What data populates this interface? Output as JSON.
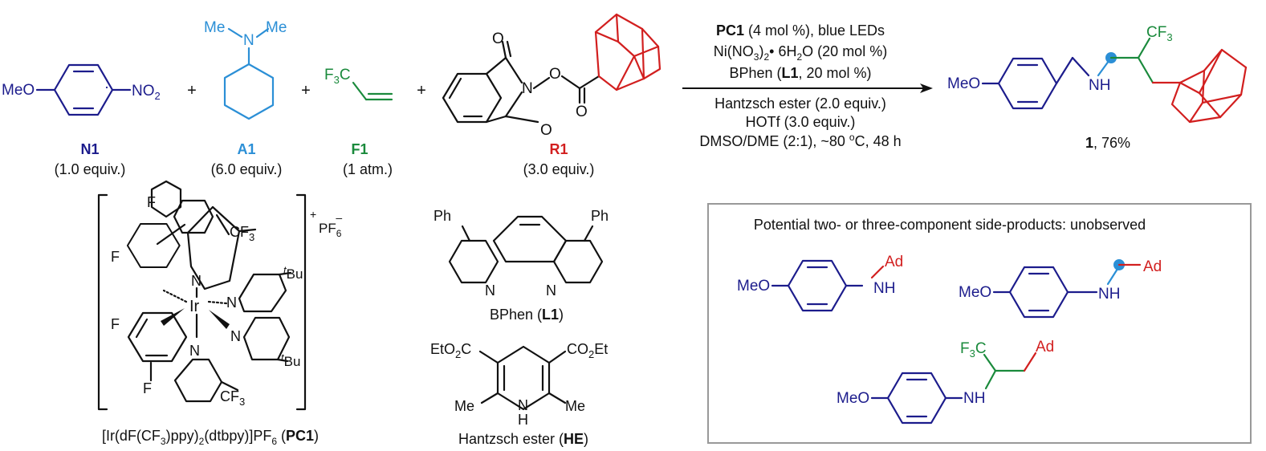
{
  "colors": {
    "nitroarene": "#1c1c8c",
    "amine": "#2b8fd6",
    "olefin": "#1a8a3c",
    "ester": "#d21f1f",
    "black": "#111111",
    "box_border": "#999999",
    "radical_dot": "#2b8fd6"
  },
  "reagents": {
    "n1": {
      "methoxy": "MeO",
      "nitro": "NO",
      "nitro_sub": "2",
      "label": "N1",
      "equiv": "(1.0 equiv.)"
    },
    "a1": {
      "me_left": "Me",
      "n": "N",
      "me_right": "Me",
      "label": "A1",
      "equiv": "(6.0 equiv.)"
    },
    "f1": {
      "f3c": "F",
      "f3c_sub": "3",
      "f3c_c": "C",
      "label": "F1",
      "equiv": "(1 atm.)"
    },
    "r1": {
      "o_top": "O",
      "n": "N",
      "o_link": "O",
      "o_bottom": "O",
      "o_ester": "O",
      "label": "R1",
      "equiv": "(3.0 equiv.)"
    },
    "plus": "+"
  },
  "conditions": {
    "line1_bold": "PC1",
    "line1_rest": " (4 mol %), blue LEDs",
    "line2_a": "Ni(NO",
    "line2_sub1": "3",
    "line2_b": ")",
    "line2_sub2": "2",
    "line2_c": "• 6H",
    "line2_sub3": "2",
    "line2_d": "O (20 mol %)",
    "line3_a": "BPhen (",
    "line3_bold": "L1",
    "line3_b": ", 20 mol %)",
    "line4": "Hantzsch ester (2.0 equiv.)",
    "line5": "HOTf (3.0 equiv.)",
    "line6_a": "DMSO/DME (2:1), ~80 ",
    "line6_sup": "o",
    "line6_b": "C, 48 h"
  },
  "product": {
    "methoxy": "MeO",
    "nh": "NH",
    "cf3": "CF",
    "cf3_sub": "3",
    "label_bold": "1",
    "label_rest": ", 76%"
  },
  "catalyst": {
    "charge": "+",
    "counterion": "PF",
    "counterion_sub": "6",
    "counterion_sup": "–",
    "f1": "F",
    "f2": "F",
    "f3": "F",
    "f4": "F",
    "cf3_top": "CF",
    "cf3_top_sub": "3",
    "cf3_bottom": "CF",
    "cf3_bottom_sub": "3",
    "n_top": "N",
    "n_bottom": "N",
    "n_bpy1": "N",
    "n_bpy2": "N",
    "ir": "Ir",
    "tbu_top_t": "t",
    "tbu_top": "Bu",
    "tbu_bottom_t": "t",
    "tbu_bottom": "Bu",
    "name_a": "[Ir(dF(CF",
    "name_sub1": "3",
    "name_b": ")ppy)",
    "name_sub2": "2",
    "name_c": "(dtbpy)]PF",
    "name_sub3": "6",
    "name_d": " (",
    "name_bold": "PC1",
    "name_e": ")"
  },
  "ligand": {
    "ph_left": "Ph",
    "ph_right": "Ph",
    "n_left": "N",
    "n_right": "N",
    "name_a": "BPhen (",
    "name_bold": "L1",
    "name_b": ")"
  },
  "hantzsch": {
    "eto2c": "EtO",
    "eto2c_sub": "2",
    "eto2c_c": "C",
    "co2et": "CO",
    "co2et_sub": "2",
    "co2et_et": "Et",
    "me_left": "Me",
    "me_right": "Me",
    "nh_n": "N",
    "nh_h": "H",
    "name_a": "Hantzsch ester (",
    "name_bold": "HE",
    "name_b": ")"
  },
  "side_products": {
    "title": "Potential two- or three-component side-products: unobserved",
    "sp1": {
      "methoxy": "MeO",
      "nh": "NH",
      "ad": "Ad"
    },
    "sp2": {
      "methoxy": "MeO",
      "nh": "NH",
      "ad": "Ad"
    },
    "sp3": {
      "methoxy": "MeO",
      "nh": "NH",
      "f3c": "F",
      "f3c_sub": "3",
      "f3c_c": "C",
      "ad": "Ad"
    }
  }
}
